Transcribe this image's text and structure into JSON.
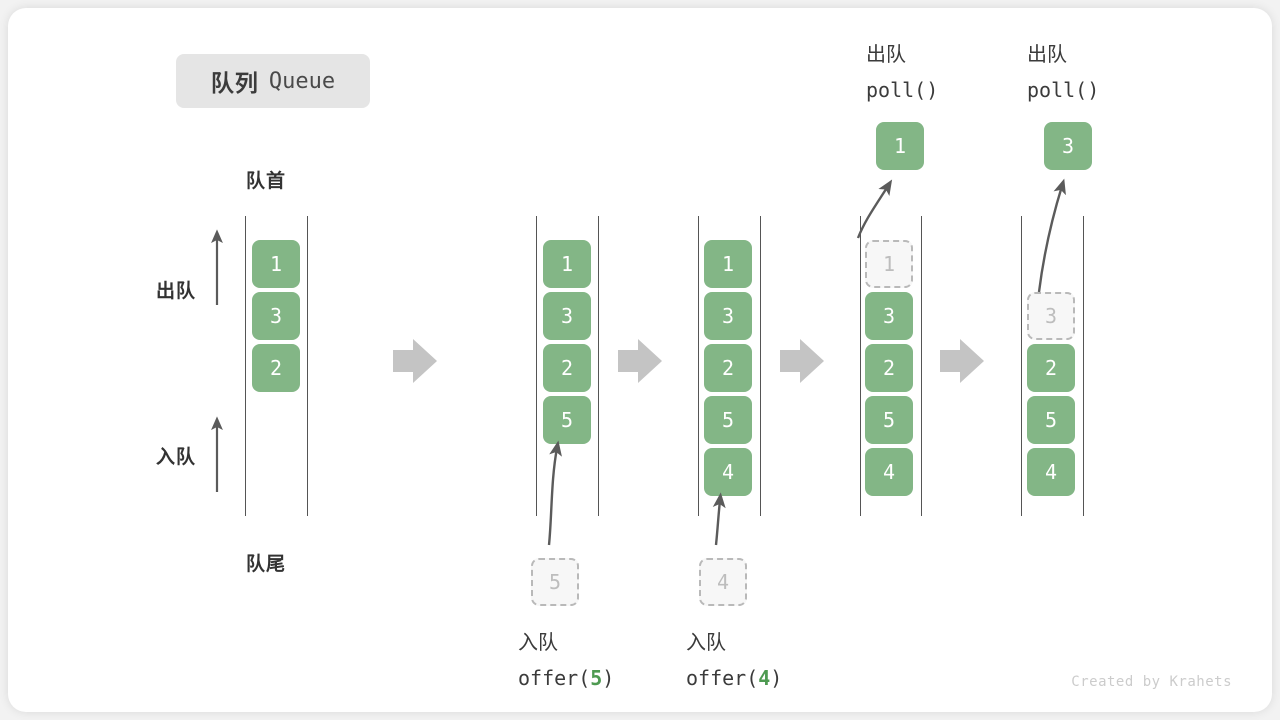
{
  "title": {
    "cn": "队列",
    "en": "Queue"
  },
  "labels": {
    "front": "队首",
    "rear": "队尾",
    "dequeue": "出队",
    "enqueue": "入队"
  },
  "watermark": "Created by Krahets",
  "colors": {
    "cell_green": "#83b686",
    "ghost_fill": "#f7f7f7",
    "ghost_border": "#b9b9b9",
    "rail": "#555555",
    "arrow_gray": "#c4c4c4",
    "curve_arrow": "#5b5b5b",
    "badge_bg": "#e5e5e5",
    "text_dark": "#3b3b3b"
  },
  "steps": [
    {
      "id": "initial",
      "cells": [
        "1",
        "3",
        "2"
      ],
      "ghost_below": null,
      "ghost_index": null,
      "popped": null,
      "caption_cn": null,
      "caption_code": null,
      "caption_arg": null
    },
    {
      "id": "offer-5",
      "cells": [
        "1",
        "3",
        "2",
        "5"
      ],
      "ghost_below": "5",
      "ghost_index": null,
      "popped": null,
      "caption_cn": "入队",
      "caption_code": "offer(",
      "caption_arg": "5"
    },
    {
      "id": "offer-4",
      "cells": [
        "1",
        "3",
        "2",
        "5",
        "4"
      ],
      "ghost_below": "4",
      "ghost_index": null,
      "popped": null,
      "caption_cn": "入队",
      "caption_code": "offer(",
      "caption_arg": "4"
    },
    {
      "id": "poll-1",
      "cells": [
        "3",
        "2",
        "5",
        "4"
      ],
      "ghost_below": null,
      "ghost_index": 0,
      "ghost_value": "1",
      "popped": "1",
      "caption_cn": "出队",
      "caption_code": "poll()",
      "caption_arg": null
    },
    {
      "id": "poll-3",
      "cells": [
        "2",
        "5",
        "4"
      ],
      "ghost_below": null,
      "ghost_index": 1,
      "ghost_value": "3",
      "popped": "3",
      "caption_cn": "出队",
      "caption_code": "poll()",
      "caption_arg": null
    }
  ],
  "flow_arrows": 4
}
